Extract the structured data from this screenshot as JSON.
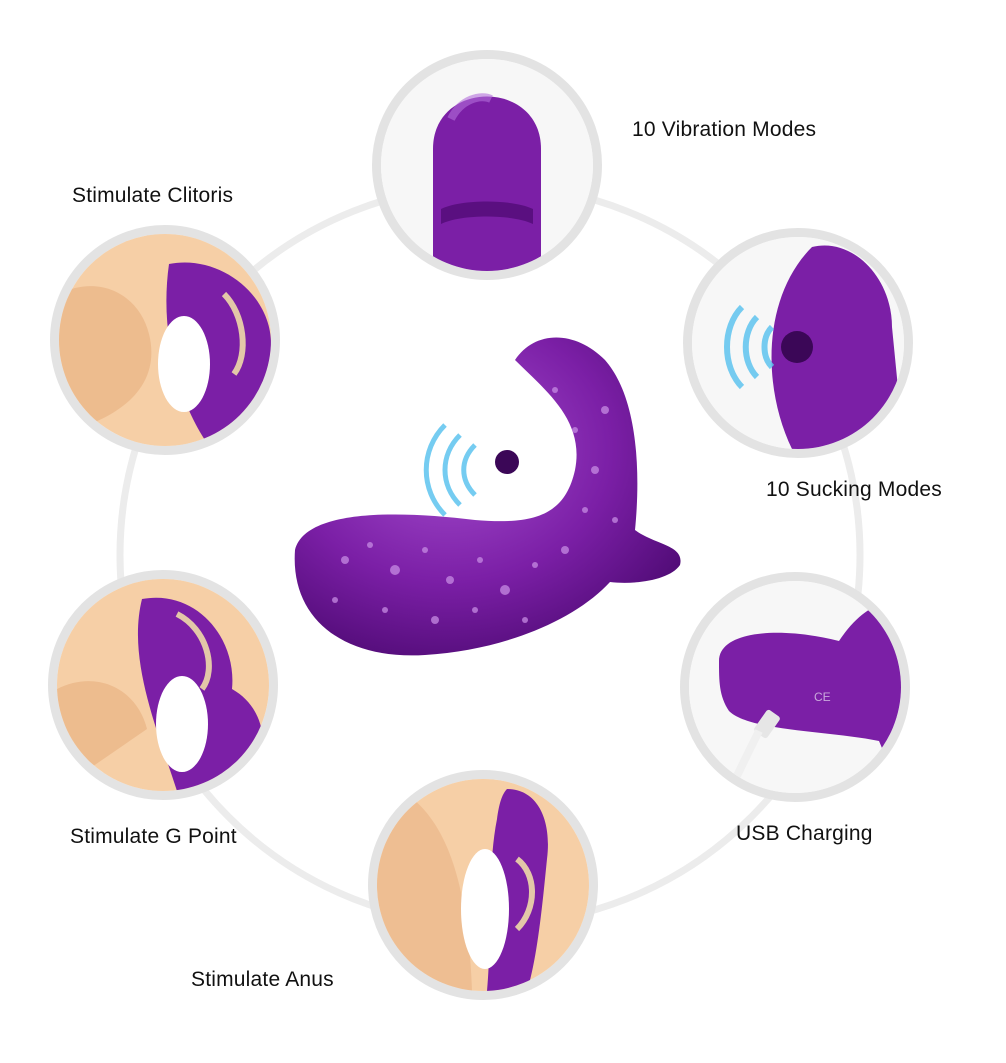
{
  "labels": {
    "vibration": "10 Vibration Modes",
    "clitoris": "Stimulate Clitoris",
    "sucking": "10 Sucking Modes",
    "gpoint": "Stimulate G Point",
    "usb": "USB Charging",
    "anus": "Stimulate Anus"
  },
  "colors": {
    "product": "#7b1fa6",
    "product_dark": "#5a0f80",
    "product_light": "#a64fd0",
    "skin": "#f6cfa6",
    "skin_shade": "#e9b385",
    "ring": "#e3e3e3",
    "wave": "#5ec4ef",
    "censor": "#ffffff"
  }
}
